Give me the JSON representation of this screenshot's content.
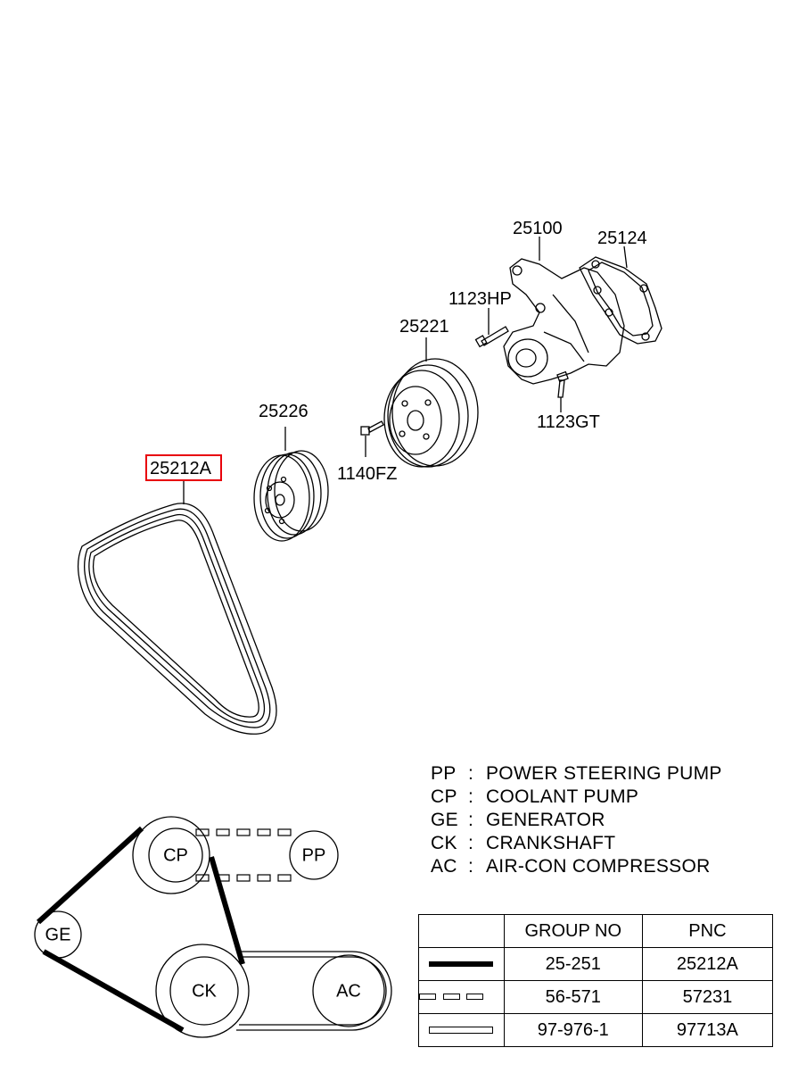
{
  "part_labels": {
    "p25100": "25100",
    "p25124": "25124",
    "p1123HP": "1123HP",
    "p25221": "25221",
    "p1123GT": "1123GT",
    "p25226": "25226",
    "p1140FZ": "1140FZ",
    "p25212A": "25212A"
  },
  "highlight_color": "#e8000b",
  "belt_routing": {
    "nodes": {
      "cp": "CP",
      "pp": "PP",
      "ge": "GE",
      "ck": "CK",
      "ac": "AC"
    }
  },
  "legend": [
    {
      "code": "PP",
      "sep": ":",
      "name": "POWER STEERING PUMP"
    },
    {
      "code": "CP",
      "sep": ":",
      "name": "COOLANT PUMP"
    },
    {
      "code": "GE",
      "sep": ":",
      "name": "GENERATOR"
    },
    {
      "code": "CK",
      "sep": ":",
      "name": "CRANKSHAFT"
    },
    {
      "code": "AC",
      "sep": ":",
      "name": "AIR-CON COMPRESSOR"
    }
  ],
  "table": {
    "headers": [
      "",
      "GROUP NO",
      "PNC"
    ],
    "rows": [
      {
        "line_style": "solid",
        "group_no": "25-251",
        "pnc": "25212A"
      },
      {
        "line_style": "dashed",
        "group_no": "56-571",
        "pnc": "57231"
      },
      {
        "line_style": "hollow",
        "group_no": "97-976-1",
        "pnc": "97713A"
      }
    ]
  }
}
